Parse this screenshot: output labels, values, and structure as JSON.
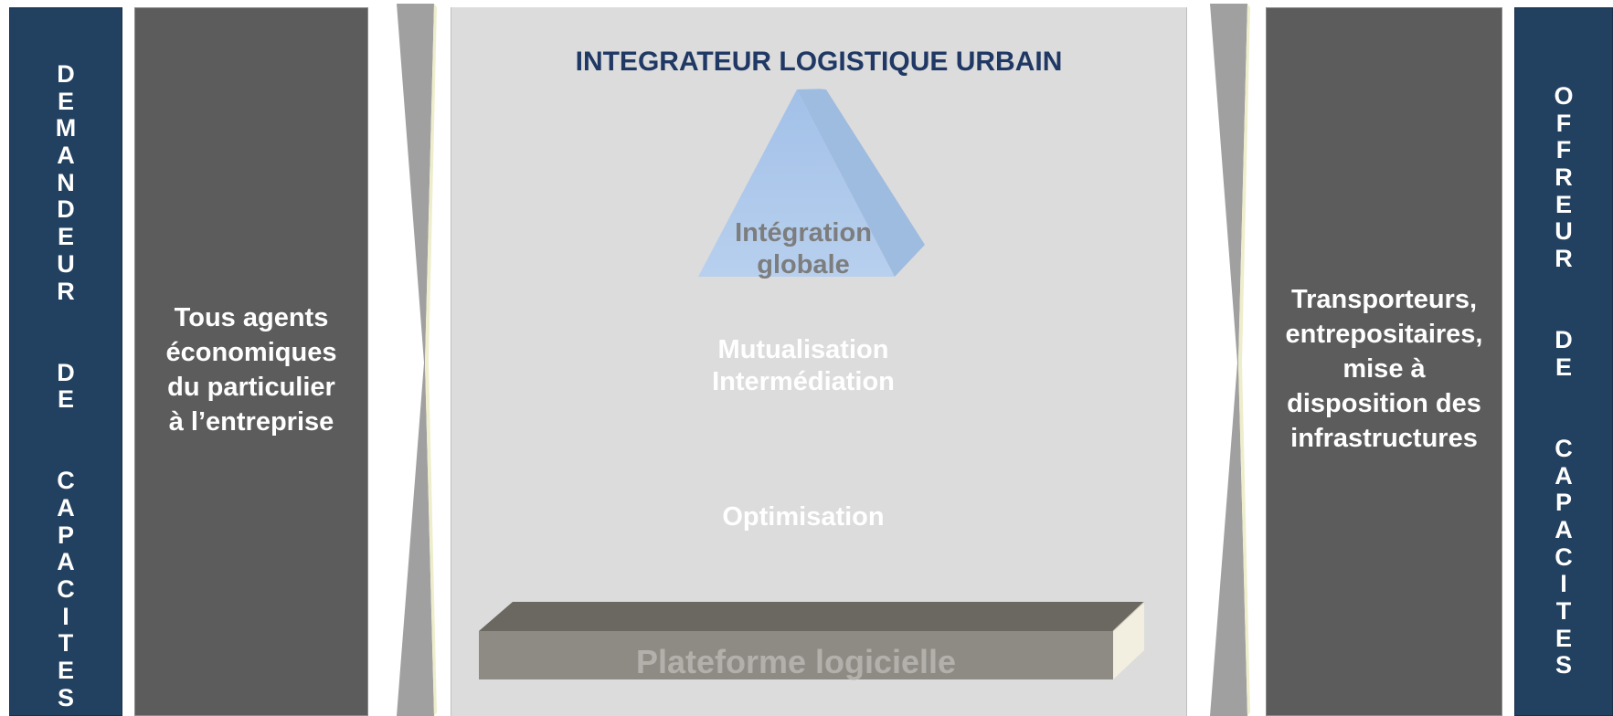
{
  "left_bar": {
    "label": "DEMANDEUR DE CAPACITES",
    "words": [
      "DEMANDEUR",
      "DE",
      "CAPACITES"
    ]
  },
  "right_bar": {
    "label": "OFFREUR DE CAPACITES",
    "words": [
      "OFFREUR",
      "DE",
      "CAPACITES"
    ]
  },
  "left_panel": {
    "lines": [
      "Tous agents",
      "économiques",
      "du particulier",
      "à l’entreprise"
    ]
  },
  "right_panel": {
    "lines": [
      "Transporteurs,",
      "entrepositaires,",
      "mise à",
      "disposition des",
      "infrastructures"
    ]
  },
  "center": {
    "title": "INTEGRATEUR LOGISTIQUE URBAIN",
    "pyramid_top": {
      "line1": "Intégration",
      "line2": "globale"
    },
    "pyramid_middle": {
      "line1": "Mutualisation",
      "line2": "Intermédiation"
    },
    "pyramid_bottom": {
      "label": "Optimisation"
    },
    "platform": {
      "label": "Plateforme logicielle"
    }
  },
  "colors": {
    "navy": "#22405f",
    "panel_grey": "#5c5c5c",
    "central_bg": "#dcdcdc",
    "title": "#1f3864",
    "pyramid_blue": "#a8c4e6",
    "platform_top": "#6b6761",
    "platform_front": "#8e8b85",
    "platform_end": "#f2eee0"
  }
}
